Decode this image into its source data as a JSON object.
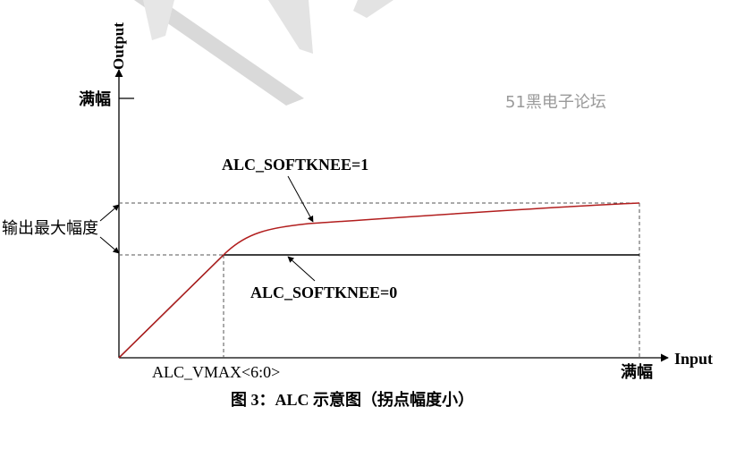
{
  "axes": {
    "y_label": "Output",
    "x_label": "Input",
    "y_full_scale_label": "满幅",
    "x_full_scale_label": "满幅",
    "max_output_label": "输出最大幅度",
    "knee_point_label": "ALC_VMAX<6:0>"
  },
  "curves": {
    "soft_knee_label": "ALC_SOFTKNEE=1",
    "hard_knee_label": "ALC_SOFTKNEE=0",
    "soft_knee_color": "#b21e1e",
    "hard_knee_color": "#000000"
  },
  "caption": "图 3：ALC 示意图（拐点幅度小）",
  "watermark": "51黑电子论坛",
  "colors": {
    "axis": "#000000",
    "dashed": "#555555",
    "watermark_stroke": "#d0d0d0",
    "watermark_text": "#9a9a9a"
  }
}
